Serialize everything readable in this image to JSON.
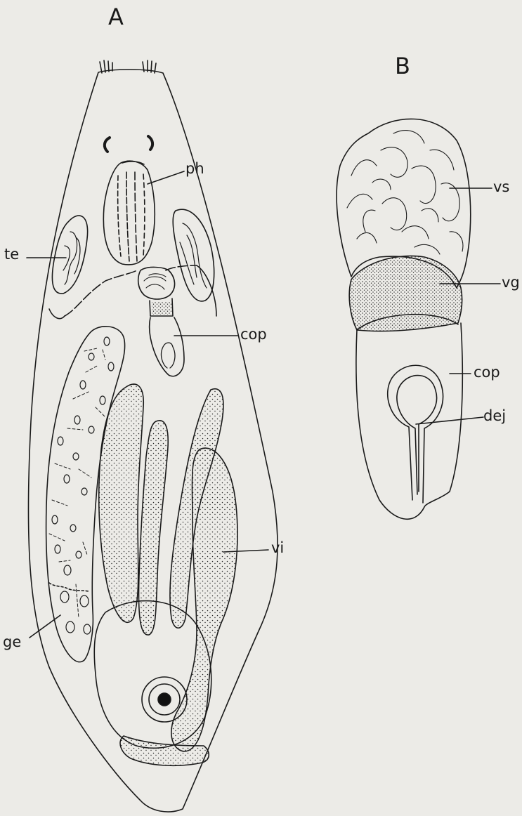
{
  "panels": {
    "a": {
      "letter": "A"
    },
    "b": {
      "letter": "B"
    }
  },
  "labels_a": {
    "ph": "ph",
    "te": "te",
    "cop": "cop",
    "vi": "vi",
    "ge": "ge"
  },
  "labels_b": {
    "vs": "vs",
    "vg": "vg",
    "cop": "cop",
    "dej": "dej"
  },
  "colors": {
    "paper": "#ecebe7",
    "ink": "#1a1a1a"
  }
}
